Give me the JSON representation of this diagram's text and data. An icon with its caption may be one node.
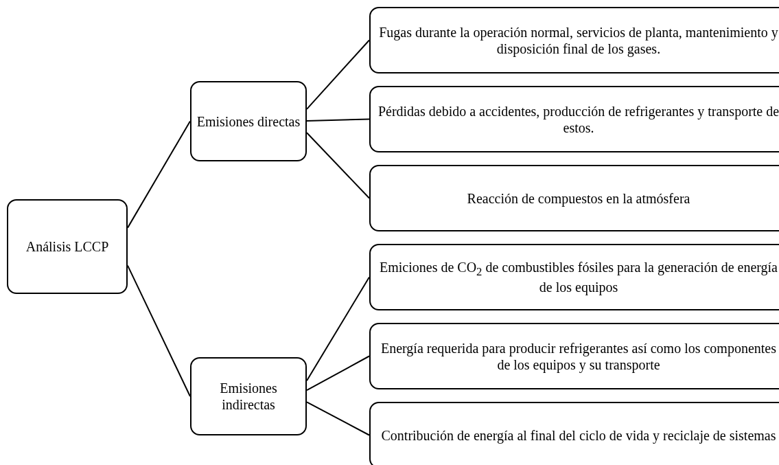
{
  "diagram": {
    "nodes": [
      {
        "text": [
          "Análisis LCCP"
        ]
      },
      {
        "text": [
          "Emisiones directas"
        ]
      },
      {
        "text": [
          "Fugas durante la operación normal, servicios de planta, mantenimiento y disposición final de los gases."
        ]
      },
      {
        "text": [
          "Pérdidas debido a accidentes, producción de refrigerantes y transporte de estos."
        ]
      },
      {
        "text": [
          "Reacción de compuestos en la atmósfera"
        ]
      },
      {
        "text": [
          "Emisiones indirectas"
        ]
      },
      {
        "text": [
          "Emiciones de CO$_{2}$ de combustibles fósiles para la generación de energía de los equipos"
        ]
      },
      {
        "text": [
          "Energía requerida para producir refrigerantes así como los componentes de los equipos y su transporte"
        ]
      },
      {
        "text": [
          "Contribución de energía al final del ciclo de vida y reciclaje de sistemas"
        ]
      }
    ],
    "edges": [
      {
        "from": 0,
        "to": 1,
        "arrow": "none"
      },
      {
        "from": 0,
        "to": 5,
        "arrow": "none"
      },
      {
        "from": 1,
        "to": 2,
        "arrow": "none"
      },
      {
        "from": 1,
        "to": 3,
        "arrow": "none"
      },
      {
        "from": 1,
        "to": 4,
        "arrow": "none"
      },
      {
        "from": 5,
        "to": 6,
        "arrow": "none"
      },
      {
        "from": 5,
        "to": 7,
        "arrow": "none"
      },
      {
        "from": 5,
        "to": 8,
        "arrow": "none"
      }
    ]
  }
}
